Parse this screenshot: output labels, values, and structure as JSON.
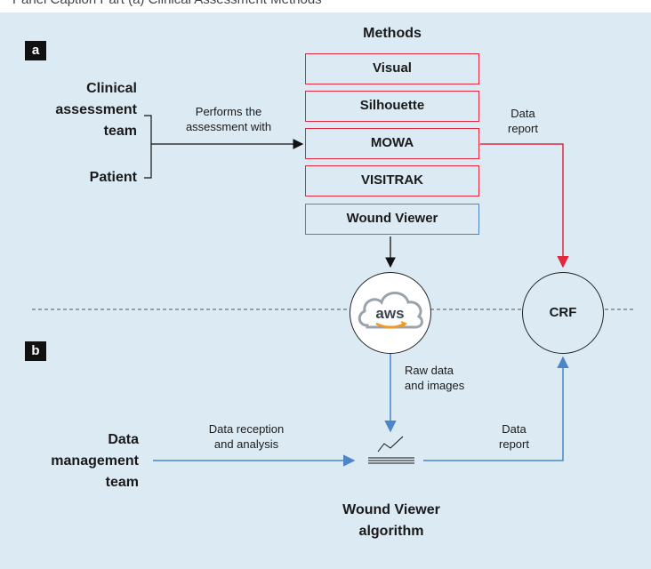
{
  "top_text": "Panel Caption Part (a) Clinical Assessment Methods",
  "panels": {
    "a": "a",
    "b": "b"
  },
  "methods_title": "Methods",
  "methods": [
    "Visual",
    "Silhouette",
    "MOWA",
    "VISITRAK",
    "Wound Viewer"
  ],
  "team": {
    "clinical_line1": "Clinical",
    "clinical_line2": "assessment",
    "clinical_line3": "team",
    "patient": "Patient"
  },
  "labels": {
    "performs_line1": "Performs the",
    "performs_line2": "assessment with",
    "data_report_top_1": "Data",
    "data_report_top_2": "report",
    "raw_data_1": "Raw data",
    "raw_data_2": "and images",
    "reception_1": "Data reception",
    "reception_2": "and analysis",
    "data_report_bottom_1": "Data",
    "data_report_bottom_2": "report"
  },
  "data_mgmt": {
    "line1": "Data",
    "line2": "management",
    "line3": "team"
  },
  "algorithm": {
    "line1": "Wound Viewer",
    "line2": "algorithm"
  },
  "aws_label": "aws",
  "crf_label": "CRF",
  "colors": {
    "red": "#e0283e",
    "blue": "#4a86c8",
    "background": "#dceaf3",
    "aws_orange": "#f39a1e"
  }
}
